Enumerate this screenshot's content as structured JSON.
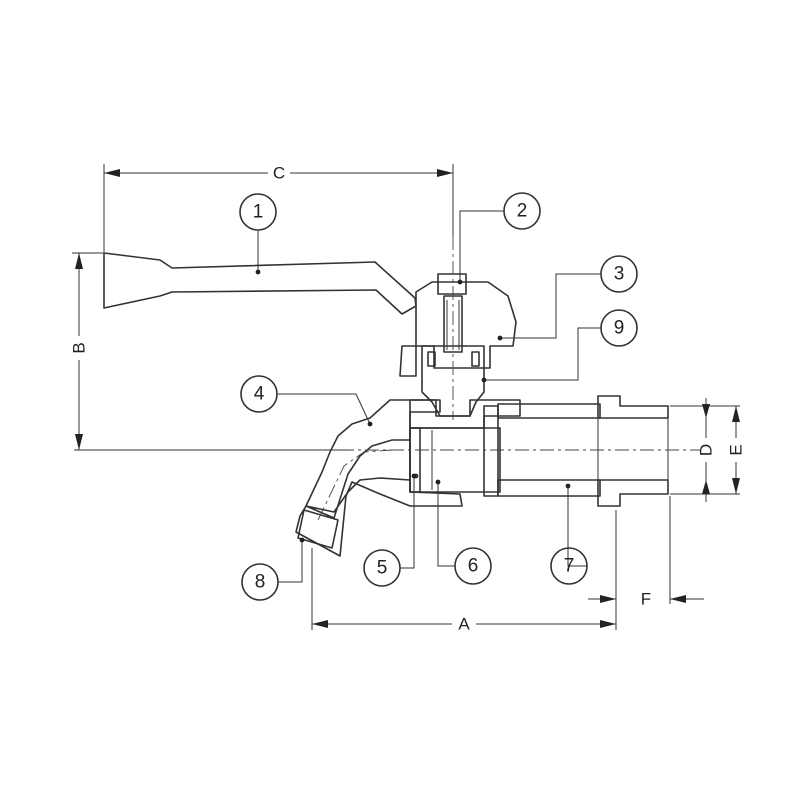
{
  "balloons": [
    "1",
    "2",
    "3",
    "4",
    "5",
    "6",
    "7",
    "8",
    "9"
  ],
  "dimensions": {
    "a": "A",
    "b": "B",
    "c": "C",
    "d": "D",
    "e": "E",
    "f": "F"
  }
}
